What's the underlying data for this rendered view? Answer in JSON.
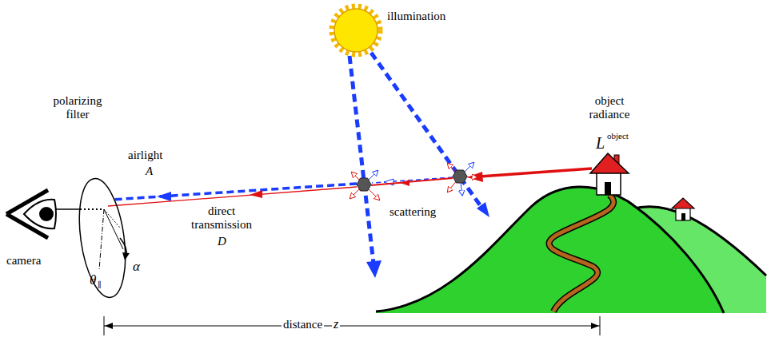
{
  "diagram": {
    "labels": [
      "illumination",
      "object radiance",
      "L",
      "object",
      "polarizing filter",
      "airlight",
      "A",
      "direct transmission",
      "D",
      "camera",
      "scattering",
      "θ",
      "∥",
      "α",
      "distance",
      "z"
    ]
  }
}
